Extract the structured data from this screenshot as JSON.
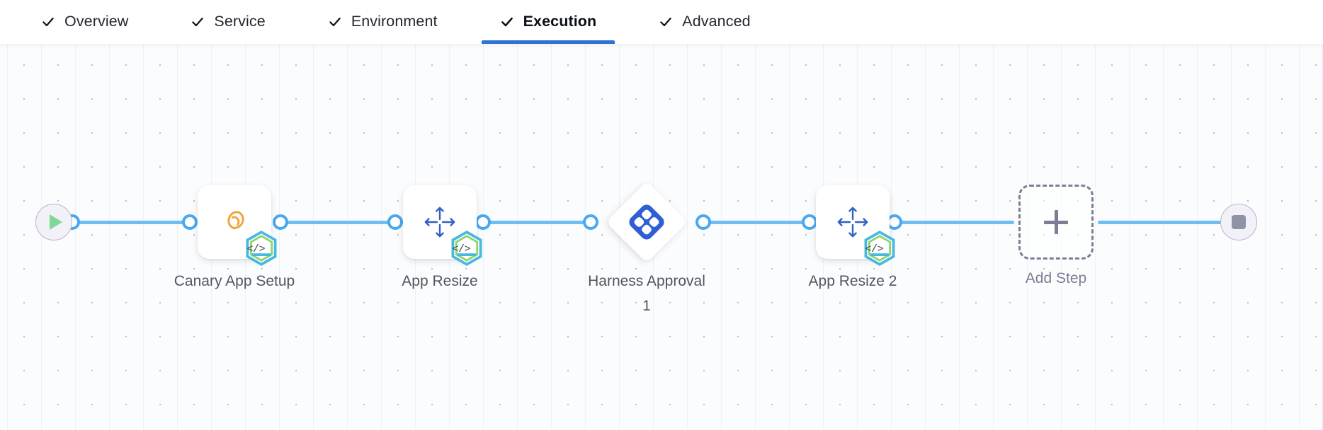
{
  "tabs": {
    "items": [
      {
        "label": "Overview",
        "icon": "check-icon",
        "active": false,
        "completed": true
      },
      {
        "label": "Service",
        "icon": "check-icon",
        "active": false,
        "completed": true
      },
      {
        "label": "Environment",
        "icon": "check-icon",
        "active": false,
        "completed": true
      },
      {
        "label": "Execution",
        "icon": "check-icon",
        "active": true,
        "completed": true
      },
      {
        "label": "Advanced",
        "icon": "check-icon",
        "active": false,
        "completed": true
      }
    ],
    "active_underline_color": "#2f72d2"
  },
  "pipeline": {
    "start_node": {
      "name": "start-node",
      "icon": "play-icon"
    },
    "end_node": {
      "name": "end-node",
      "icon": "stop-icon"
    },
    "steps": [
      {
        "label": "Canary App Setup",
        "icon": "tanzu-bird-icon",
        "shape": "card",
        "code_badge": "</>"
      },
      {
        "label": "App Resize",
        "icon": "resize-arrows-icon",
        "shape": "card",
        "code_badge": "</>"
      },
      {
        "label": "Harness Approval 1",
        "icon": "harness-logo-icon",
        "shape": "diamond",
        "code_badge": ""
      },
      {
        "label": "App Resize 2",
        "icon": "resize-arrows-icon",
        "shape": "card",
        "code_badge": "</>"
      }
    ],
    "add_step": {
      "label": "Add Step",
      "icon": "plus-icon"
    },
    "colors": {
      "link": "#6fbdf3",
      "connector_dot": "#4aa8ef",
      "harness_blue": "#2f5fd4",
      "tanzu_orange": "#f0a336",
      "resize_blue": "#2f62c4",
      "add_step_gray": "#7b7f96",
      "canvas_background": "#fbfcfd"
    }
  }
}
